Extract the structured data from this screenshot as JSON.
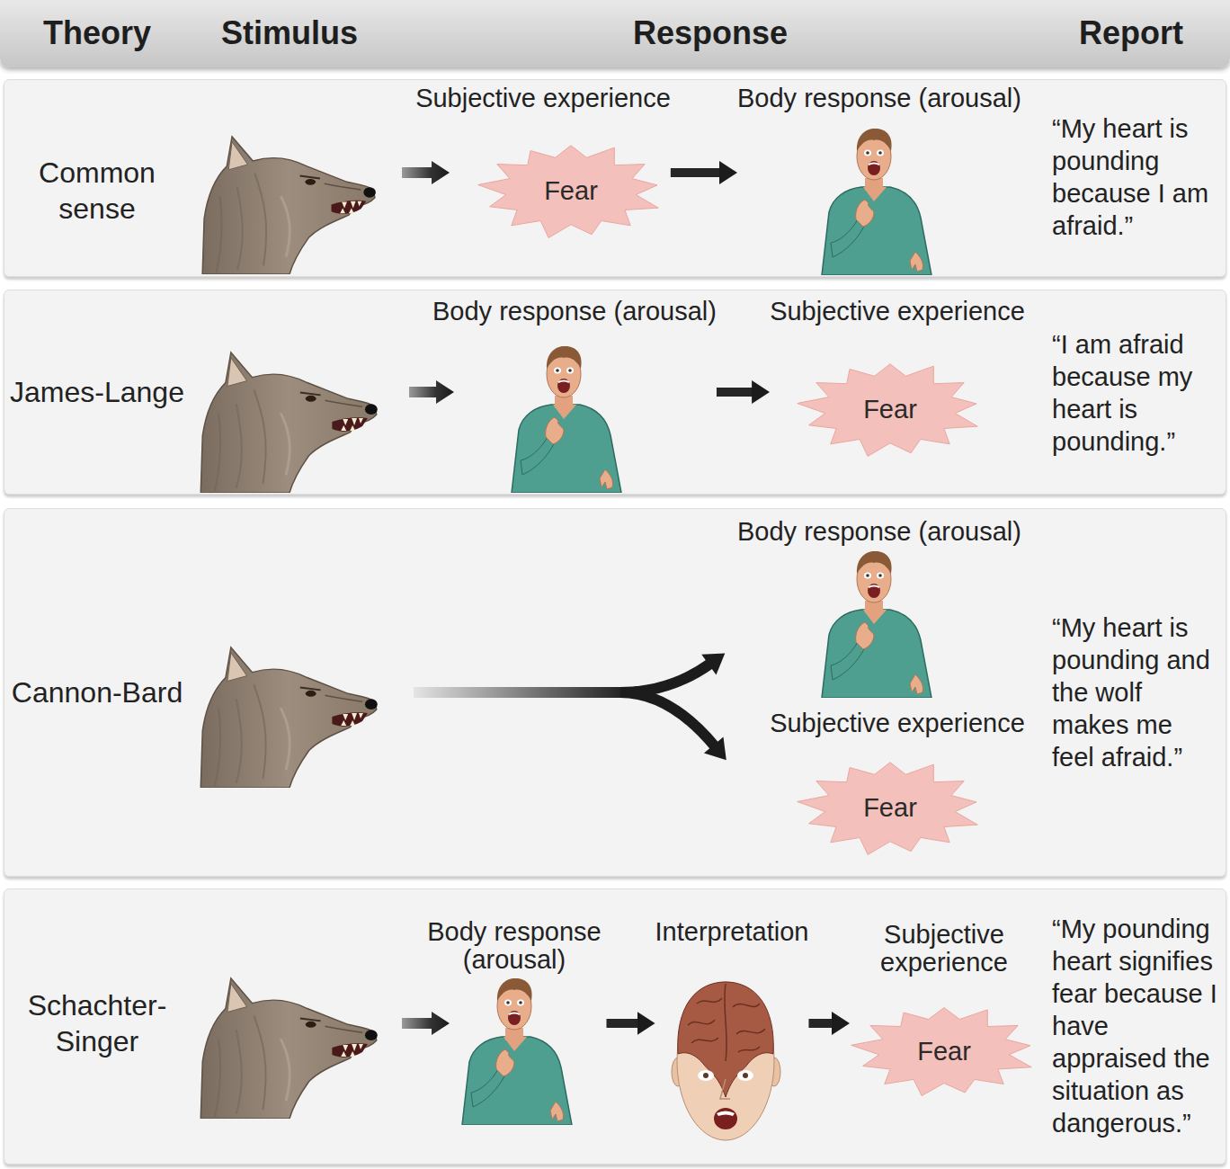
{
  "diagram": {
    "nodes": [
      {
        "text": [
          "Theory",
          "Stimulus",
          "Response",
          "Report"
        ]
      },
      {
        "text": [
          "Common sense",
          "“My heart is pounding because I am afraid.”"
        ]
      },
      {
        "text": [
          "Subjective experience",
          "Fear"
        ],
        "in": 1
      },
      {
        "text": [
          "Body response (arousal)"
        ],
        "in": 1
      },
      {
        "text": [
          "James-Lange",
          "“I am afraid because my heart is pounding.”"
        ]
      },
      {
        "text": [
          "Body response (arousal)"
        ],
        "in": 4
      },
      {
        "text": [
          "Subjective experience",
          "Fear"
        ],
        "in": 4
      },
      {
        "text": [
          "Cannon-Bard",
          "“My heart is pounding and the wolf makes me feel afraid.”"
        ]
      },
      {
        "text": [
          "Body response (arousal)"
        ],
        "in": 7
      },
      {
        "text": [
          "Subjective experience",
          "Fear"
        ],
        "in": 7
      },
      {
        "text": [
          "Schachter- Singer",
          "“My pounding heart signifies fear because I have appraised the situation as dangerous.”"
        ]
      },
      {
        "text": [
          "Body response (arousal)"
        ],
        "in": 10
      },
      {
        "text": [
          "Interpretation"
        ],
        "in": 10
      },
      {
        "text": [
          "Subjective experience",
          "Fear"
        ],
        "in": 10
      }
    ],
    "edges": [
      {
        "from": 2,
        "to": 3,
        "arrow": "to"
      },
      {
        "from": 5,
        "to": 6,
        "arrow": "to"
      },
      {
        "from": 11,
        "to": 12,
        "arrow": "to"
      },
      {
        "from": 12,
        "to": 13,
        "arrow": "to"
      }
    ]
  }
}
